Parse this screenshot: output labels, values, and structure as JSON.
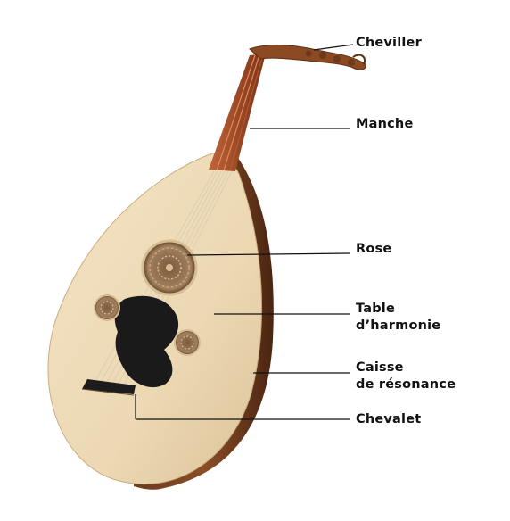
{
  "labels": {
    "cheviller": "Cheviller",
    "manche": "Manche",
    "rose": "Rose",
    "table_line1": "Table",
    "table_line2": "d’harmonie",
    "caisse_line1": "Caisse",
    "caisse_line2": "de résonance",
    "chevalet": "Chevalet"
  }
}
